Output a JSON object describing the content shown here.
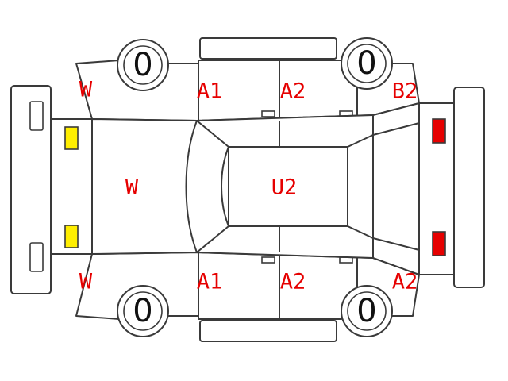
{
  "colors": {
    "mark_text": "#e60000",
    "front_lamp_fill": "#ffee00",
    "rear_lamp_fill": "#e60000",
    "line": "#3a3a3a"
  },
  "tires": {
    "front_left": "0",
    "rear_left": "0",
    "front_right": "0",
    "rear_right": "0"
  },
  "marks": {
    "top_front_fender": "W",
    "top_front_door": "A1",
    "top_rear_door": "A2",
    "top_rear_quarter": "B2",
    "hood": "W",
    "roof": "U2",
    "bottom_front_fender": "W",
    "bottom_front_door": "A1",
    "bottom_rear_door": "A2",
    "bottom_rear_quarter": "A2"
  }
}
